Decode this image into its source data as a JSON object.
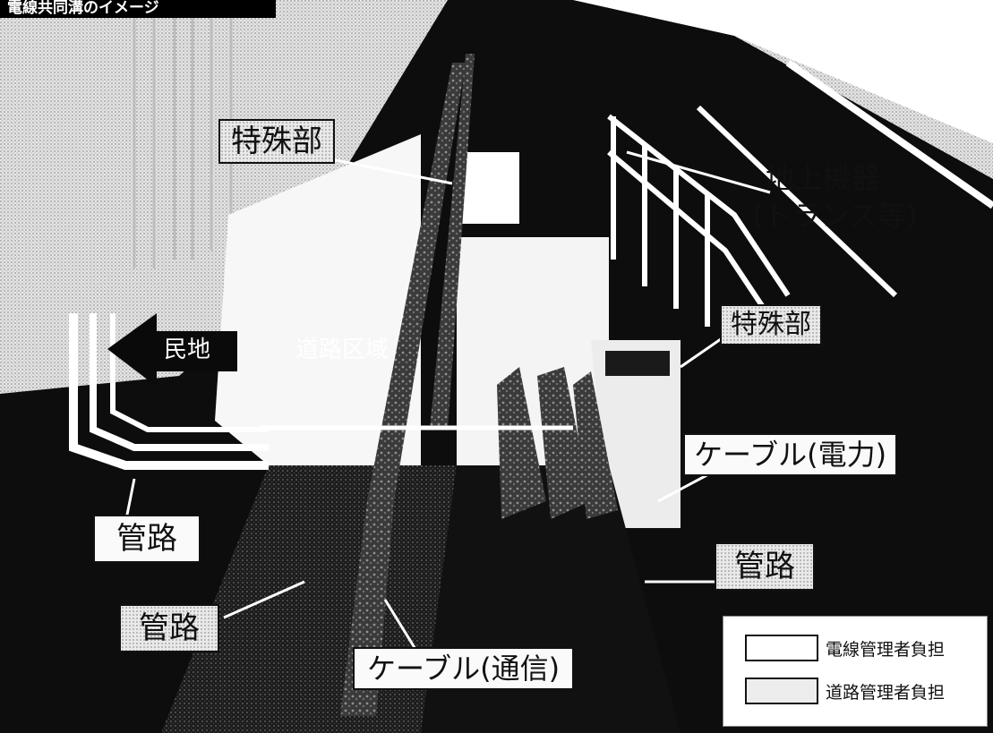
{
  "header": {
    "title": "電線共同溝のイメージ"
  },
  "labels": {
    "special_section_top": "特殊部",
    "ground_equipment_line1": "地上機器",
    "ground_equipment_line2": "(トランス等)",
    "special_section_right": "特殊部",
    "private_land": "民地",
    "road_area": "道路区域",
    "cable_power": "ケーブル(電力)",
    "conduit_left": "管路",
    "conduit_right": "管路",
    "conduit_lower": "管路",
    "cable_comm": "ケーブル(通信)"
  },
  "legend": {
    "items": [
      {
        "label": "電線管理者負担",
        "color": "#ffffff"
      },
      {
        "label": "道路管理者負担",
        "color": "#ededed"
      }
    ]
  }
}
